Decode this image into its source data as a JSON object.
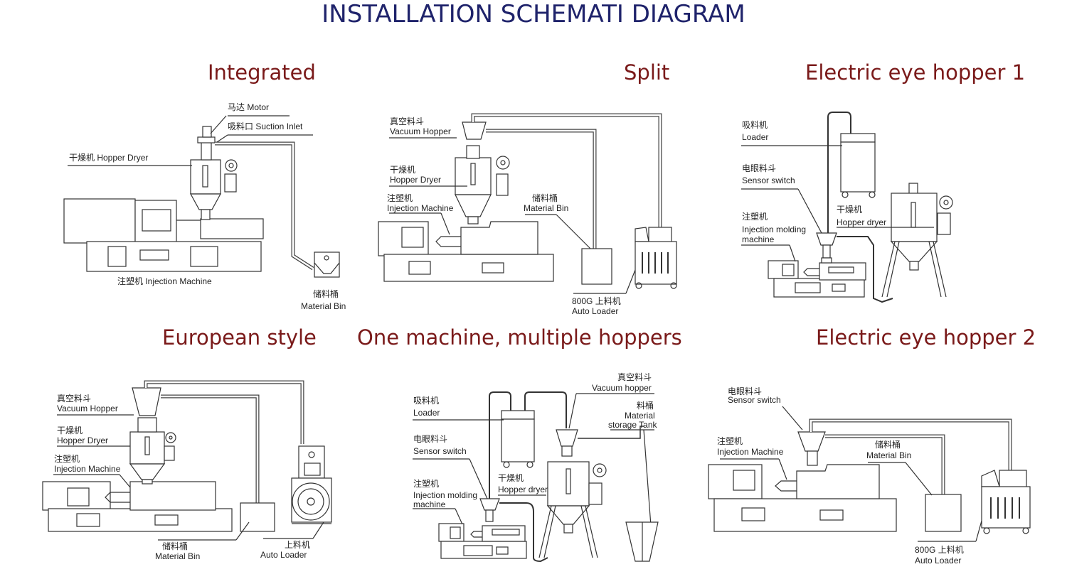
{
  "title": "INSTALLATION SCHEMATI DIAGRAM",
  "colors": {
    "title": "#1f236b",
    "heading": "#7a1a1a",
    "line": "#333333"
  },
  "panels": {
    "integrated": {
      "heading": "Integrated",
      "labels": {
        "motor": "马达 Motor",
        "suction_inlet": "吸料口 Suction Inlet",
        "hopper_dryer": "干燥机 Hopper Dryer",
        "injection_machine": "注塑机 Injection Machine",
        "material_bin_cn": "储料桶",
        "material_bin_en": "Material Bin"
      }
    },
    "split": {
      "heading": "Split",
      "labels": {
        "vacuum_hopper_cn": "真空料斗",
        "vacuum_hopper_en": "Vacuum Hopper",
        "hopper_dryer_cn": "干燥机",
        "hopper_dryer_en": "Hopper Dryer",
        "injection_machine_cn": "注塑机",
        "injection_machine_en": "Injection Machine",
        "material_bin_cn": "储料桶",
        "material_bin_en": "Material Bin",
        "auto_loader_cn": "800G 上料机",
        "auto_loader_en": "Auto Loader"
      }
    },
    "eye1": {
      "heading": "Electric eye hopper 1",
      "labels": {
        "loader_cn": "吸料机",
        "loader_en": "Loader",
        "sensor_cn": "电眼料斗",
        "sensor_en": "Sensor switch",
        "injection_cn": "注塑机",
        "injection_en1": "Injection molding",
        "injection_en2": "machine",
        "dryer_cn": "干燥机",
        "dryer_en": "Hopper dryer"
      }
    },
    "european": {
      "heading": "European style",
      "labels": {
        "vacuum_hopper_cn": "真空料斗",
        "vacuum_hopper_en": "Vacuum Hopper",
        "hopper_dryer_cn": "干燥机",
        "hopper_dryer_en": "Hopper Dryer",
        "injection_machine_cn": "注塑机",
        "injection_machine_en": "Injection Machine",
        "material_bin_cn": "储料桶",
        "material_bin_en": "Material Bin",
        "auto_loader_cn": "上料机",
        "auto_loader_en": "Auto Loader"
      }
    },
    "multi": {
      "heading": "One machine, multiple hoppers",
      "labels": {
        "loader_cn": "吸料机",
        "loader_en": "Loader",
        "sensor_cn": "电眼料斗",
        "sensor_en": "Sensor switch",
        "injection_cn": "注塑机",
        "injection_en1": "Injection molding",
        "injection_en2": "machine",
        "dryer_cn": "干燥机",
        "dryer_en": "Hopper dryer",
        "vacuum_cn": "真空料斗",
        "vacuum_en": "Vacuum hopper",
        "tank_cn": "料桶",
        "tank_en1": "Material",
        "tank_en2": "storage Tank"
      }
    },
    "eye2": {
      "heading": "Electric eye hopper 2",
      "labels": {
        "sensor_cn": "电眼料斗",
        "sensor_en": "Sensor switch",
        "injection_cn": "注塑机",
        "injection_en": "Injection Machine",
        "material_bin_cn": "储料桶",
        "material_bin_en": "Material Bin",
        "auto_loader_cn": "800G 上料机",
        "auto_loader_en": "Auto Loader"
      }
    }
  }
}
